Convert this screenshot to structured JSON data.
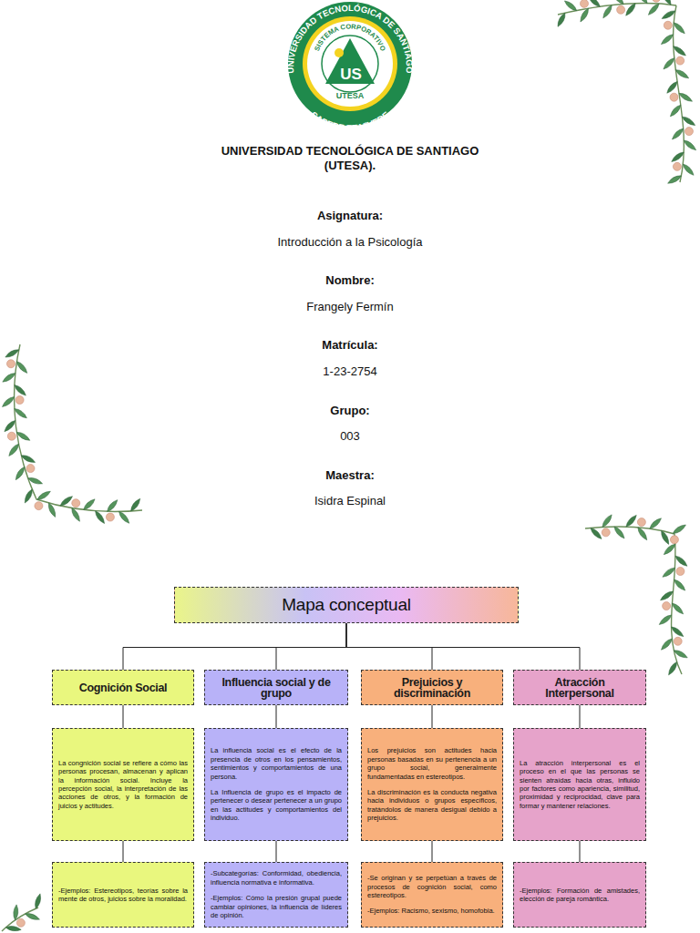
{
  "diagram": {
    "nodes": [
      {
        "text": [
          "Mapa conceptual"
        ]
      },
      {
        "text": [
          "Cognición Social"
        ]
      },
      {
        "text": [
          "Influencia social y de grupo"
        ]
      },
      {
        "text": [
          "Prejuicios y discriminación"
        ]
      },
      {
        "text": [
          "Atracción Interpersonal"
        ]
      },
      {
        "text": [
          "La congnición social se refiere a cómo las personas procesan, almacenan y aplican la información social. Incluye la percepción social, la interpretación de las acciones de otros, y la formación de juicios y actitudes."
        ]
      },
      {
        "text": [
          "La influencia social es el efecto de la presencia de otros en los pensamientos, sentimientos y comportamientos de una persona.",
          "La Influencia de grupo es el impacto de pertenecer o desear pertenecer a un grupo en las actitudes y comportamientos del individuo."
        ]
      },
      {
        "text": [
          "Los prejuicios son actitudes hacia personas basadas en su pertenencia a un grupo social, generalmente fundamentadas en estereotipos.",
          "La discriminación es la conducta negativa hacia individuos o grupos específicos, tratándolos de manera desigual debido a prejuicios."
        ]
      },
      {
        "text": [
          "La atracción interpersonal es el proceso en el que las personas se sienten atraídas hacia otras, influido por factores como apariencia, similitud, proximidad y reciprocidad, clave para formar y mantener relaciones."
        ]
      },
      {
        "text": [
          "-Ejemplos: Estereotipos, teorías sobre la mente de otros, juicios sobre la moralidad."
        ]
      },
      {
        "text": [
          "-Subcategorías: Conformidad, obediencia, influencia normativa e informativa.",
          "-Ejemplos: Cómo la presión grupal puede cambiar opiniones, la influencia de líderes de opinión."
        ]
      },
      {
        "text": [
          "-Se originan y se perpetúan a través de procesos de cognición social, como estereotipos.",
          "-Ejemplos: Racismo, sexismo, homofobia."
        ]
      },
      {
        "text": [
          "-Ejemplos: Formación de amistades, elección de pareja romántica."
        ]
      }
    ],
    "edges": [
      {
        "from": 0,
        "to": 1,
        "arrow": "none"
      },
      {
        "from": 0,
        "to": 2,
        "arrow": "none"
      },
      {
        "from": 0,
        "to": 3,
        "arrow": "none"
      },
      {
        "from": 0,
        "to": 4,
        "arrow": "none"
      },
      {
        "from": 1,
        "to": 5,
        "arrow": "none"
      },
      {
        "from": 2,
        "to": 6,
        "arrow": "none"
      },
      {
        "from": 3,
        "to": 7,
        "arrow": "none"
      },
      {
        "from": 4,
        "to": 8,
        "arrow": "none"
      },
      {
        "from": 5,
        "to": 9,
        "arrow": "none"
      },
      {
        "from": 6,
        "to": 10,
        "arrow": "none"
      },
      {
        "from": 7,
        "to": 11,
        "arrow": "none"
      },
      {
        "from": 8,
        "to": 12,
        "arrow": "none"
      }
    ],
    "labels": [
      "UNIVERSIDAD TECNOLÓGICA DE SANTIAGO",
      "SISTEMA CORPORATIVO",
      "US",
      "UTESA",
      "SAPERE ET VIVERE",
      "UNIVERSIDAD TECNOLÓGICA DE SANTIAGO (UTESA).",
      "Asignatura:",
      "Introducción a la Psicología",
      "Nombre:",
      "Frangely Fermín",
      "Matrícula:",
      "1-23-2754",
      "Grupo:",
      "003",
      "Maestra:",
      "Isidra Espinal"
    ]
  }
}
